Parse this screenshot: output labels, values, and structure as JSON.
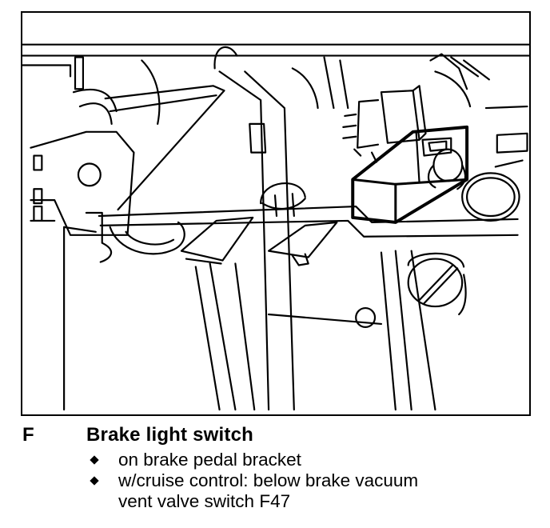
{
  "caption": {
    "letter": "F",
    "title": "Brake light switch",
    "bullets": [
      {
        "text": "on brake pedal bracket",
        "cont": ""
      },
      {
        "text": "w/cruise control:  below brake vacuum",
        "cont": "vent valve switch F47"
      }
    ]
  }
}
